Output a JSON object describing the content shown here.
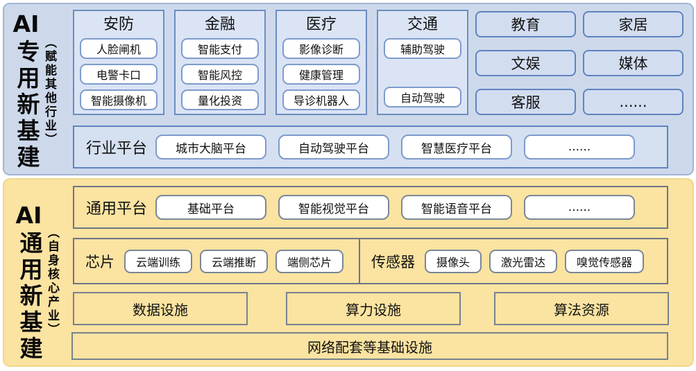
{
  "colors": {
    "dedicated_bg": "#cdd9eb",
    "general_bg": "#fbe3a1",
    "blue_border": "#5f83c0",
    "gray_border": "#6b7685",
    "box_fill": "#ffffff"
  },
  "dedicated_section": {
    "side_label": {
      "prefix": "AI",
      "title_chars": "专用新基建",
      "note": "（赋能其他行业）"
    },
    "industry_columns": [
      {
        "title": "安防",
        "items": [
          "人脸闸机",
          "电警卡口",
          "智能摄像机"
        ]
      },
      {
        "title": "金融",
        "items": [
          "智能支付",
          "智能风控",
          "量化投资"
        ]
      },
      {
        "title": "医疗",
        "items": [
          "影像诊断",
          "健康管理",
          "导诊机器人"
        ]
      },
      {
        "title": "交通",
        "items": [
          "辅助驾驶",
          "自动驾驶"
        ]
      }
    ],
    "other_industries": [
      "教育",
      "家居",
      "文娱",
      "媒体",
      "客服",
      "......"
    ],
    "industry_platform_row": {
      "label": "行业平台",
      "items": [
        "城市大脑平台",
        "自动驾驶平台",
        "智慧医疗平台",
        "......"
      ]
    }
  },
  "general_section": {
    "side_label": {
      "prefix": "AI",
      "title_chars": "通用新基建",
      "note": "（自身核心产业）"
    },
    "general_platform_row": {
      "label": "通用平台",
      "items": [
        "基础平台",
        "智能视觉平台",
        "智能语音平台",
        "......"
      ]
    },
    "chip_group": {
      "label": "芯片",
      "items": [
        "云端训练",
        "云端推断",
        "端侧芯片"
      ]
    },
    "sensor_group": {
      "label": "传感器",
      "items": [
        "摄像头",
        "激光雷达",
        "嗅觉传感器"
      ]
    },
    "infrastructure_row": [
      "数据设施",
      "算力设施",
      "算法资源"
    ],
    "network_row": "网络配套等基础设施"
  }
}
